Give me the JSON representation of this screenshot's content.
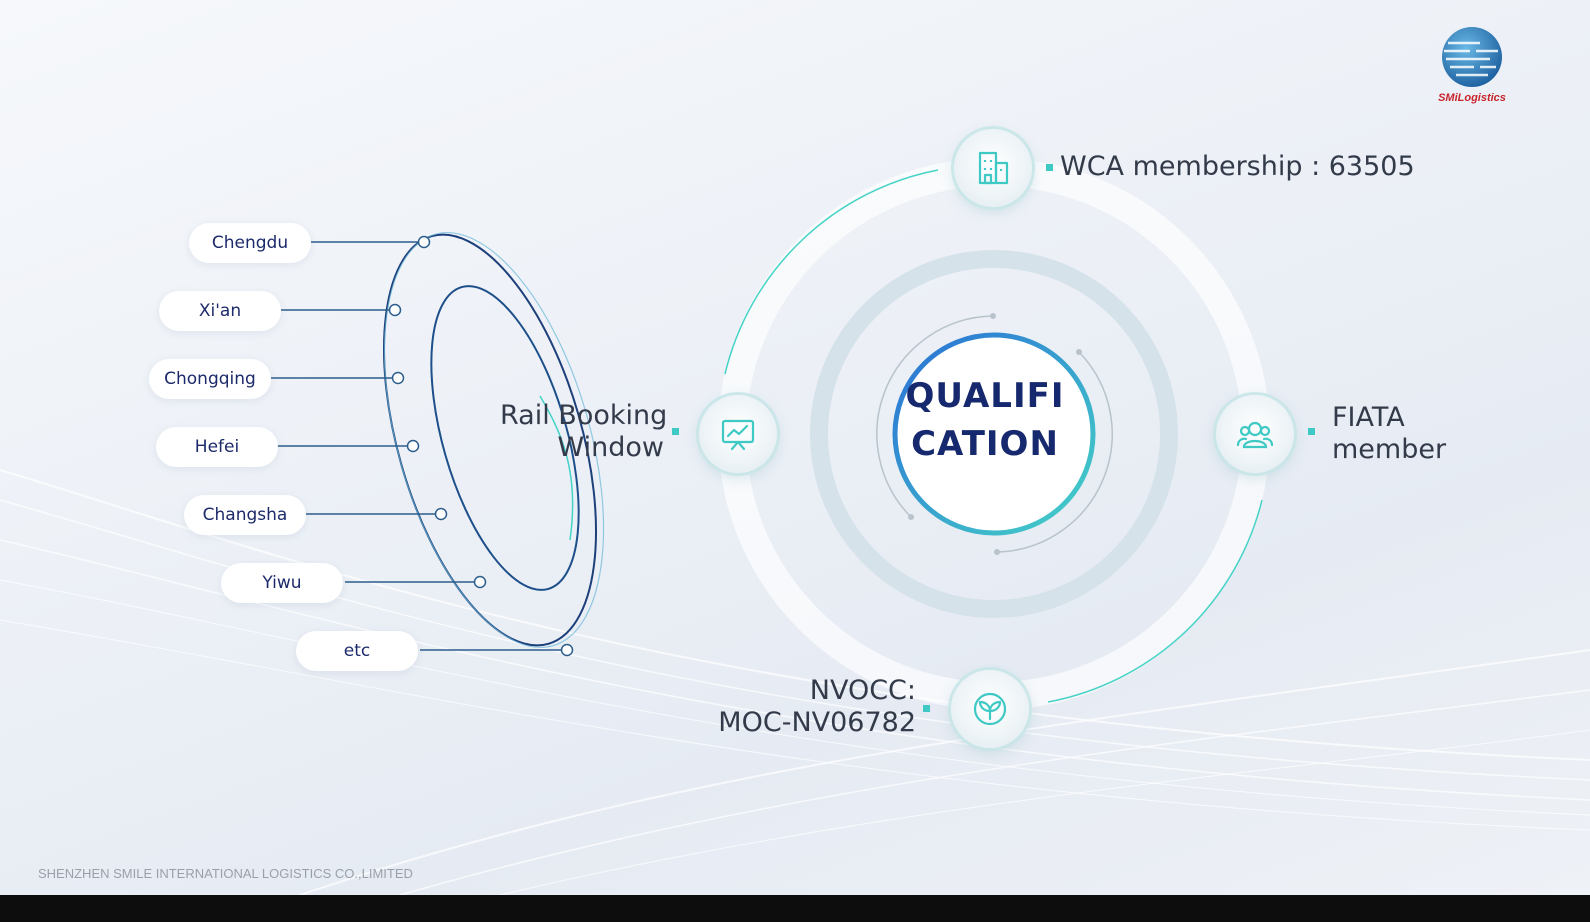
{
  "cities": [
    {
      "name": "Chengdu"
    },
    {
      "name": "Xi'an"
    },
    {
      "name": "Chongqing"
    },
    {
      "name": "Hefei"
    },
    {
      "name": "Changsha"
    },
    {
      "name": "Yiwu"
    },
    {
      "name": "etc"
    }
  ],
  "center": {
    "line1": "QUALIFI",
    "line2": "CATION"
  },
  "qualifications": {
    "wca": "WCA membership : 63505",
    "rail_line1": "Rail Booking",
    "rail_line2": "Window",
    "fiata_line1": "FIATA",
    "fiata_line2": "member",
    "nvocc_line1": "NVOCC:",
    "nvocc_line2": "MOC-NV06782"
  },
  "icons": {
    "wca": "building-icon",
    "rail": "presentation-board-icon",
    "fiata": "people-group-icon",
    "nvocc": "sprout-icon"
  },
  "logo": {
    "text": "SMiLogistics"
  },
  "footer": "SHENZHEN SMILE INTERNATIONAL LOGISTICS CO.,LIMITED",
  "colors": {
    "accent": "#3fc9c4",
    "navy": "#16296e",
    "blue": "#2a6fd6"
  }
}
